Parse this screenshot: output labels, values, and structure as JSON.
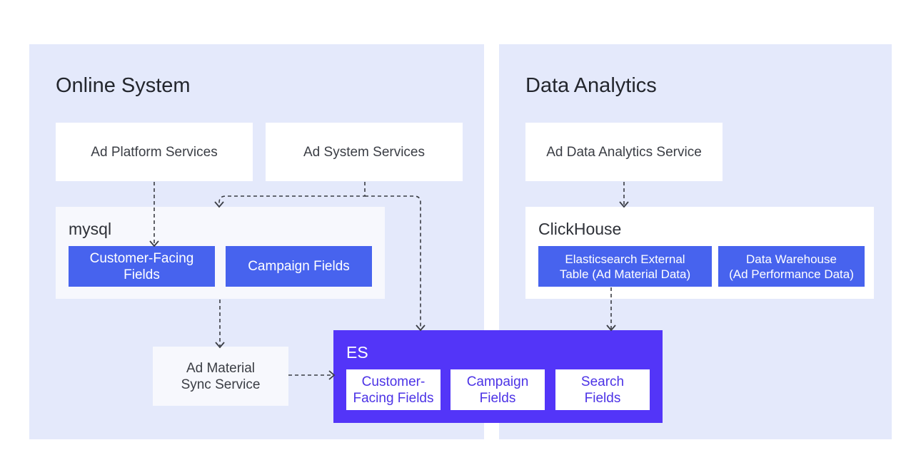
{
  "online_system": {
    "title": "Online System",
    "ad_platform_services": "Ad Platform Services",
    "ad_system_services": "Ad System Services",
    "mysql": {
      "title": "mysql",
      "customer_facing_fields": "Customer-Facing\nFields",
      "campaign_fields": "Campaign Fields"
    },
    "ad_material_sync_service": "Ad Material\nSync Service"
  },
  "data_analytics": {
    "title": "Data Analytics",
    "ad_data_analytics_service": "Ad Data Analytics Service",
    "clickhouse": {
      "title": "ClickHouse",
      "es_external_table": "Elasticsearch External\nTable (Ad Material Data)",
      "data_warehouse": "Data Warehouse\n(Ad Performance Data)"
    }
  },
  "es": {
    "title": "ES",
    "customer_facing_fields": "Customer-\nFacing Fields",
    "campaign_fields": "Campaign\nFields",
    "search_fields": "Search\nFields"
  },
  "colors": {
    "panel_bg": "#e4e9fb",
    "chip_blue": "#4763ee",
    "es_purple": "#5335f8",
    "es_chip_text": "#4c33e6",
    "arrow": "#3a3d44"
  }
}
